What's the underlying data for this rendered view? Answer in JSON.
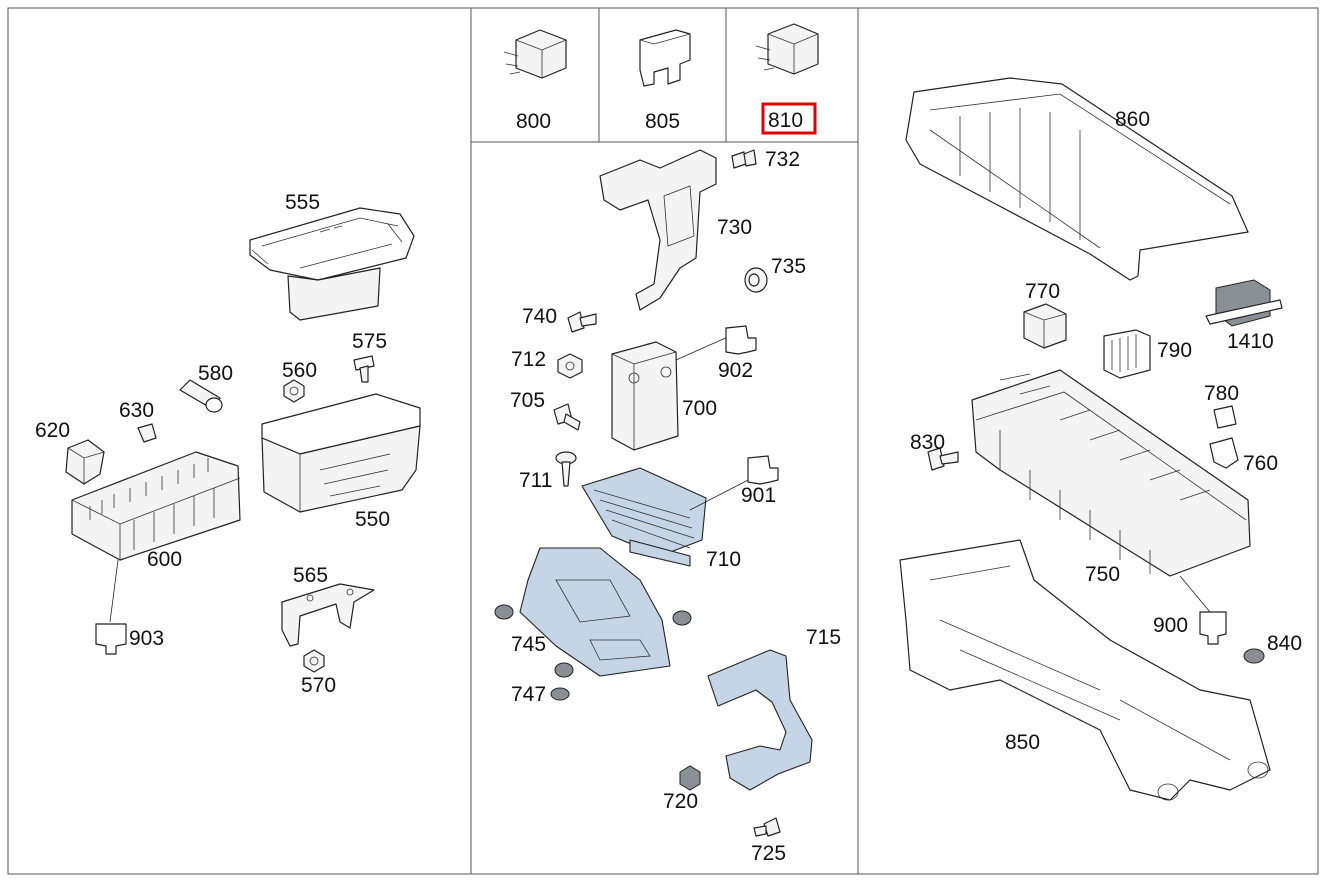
{
  "labels": {
    "p555": "555",
    "p575": "575",
    "p580": "580",
    "p560": "560",
    "p630": "630",
    "p620": "620",
    "p550": "550",
    "p600": "600",
    "p565": "565",
    "p903": "903",
    "p570": "570",
    "p800": "800",
    "p805": "805",
    "p810": "810",
    "p732": "732",
    "p730": "730",
    "p735": "735",
    "p740": "740",
    "p712": "712",
    "p902": "902",
    "p705": "705",
    "p700": "700",
    "p711": "711",
    "p901": "901",
    "p710": "710",
    "p745": "745",
    "p715": "715",
    "p747": "747",
    "p720": "720",
    "p725": "725",
    "p860": "860",
    "p770": "770",
    "p790": "790",
    "p1410": "1410",
    "p780": "780",
    "p830": "830",
    "p760": "760",
    "p750": "750",
    "p900": "900",
    "p840": "840",
    "p850": "850"
  },
  "highlighted_part": "810",
  "colors": {
    "highlight": "#e00000",
    "part_blue": "#c6d5e6",
    "line": "#222222"
  }
}
